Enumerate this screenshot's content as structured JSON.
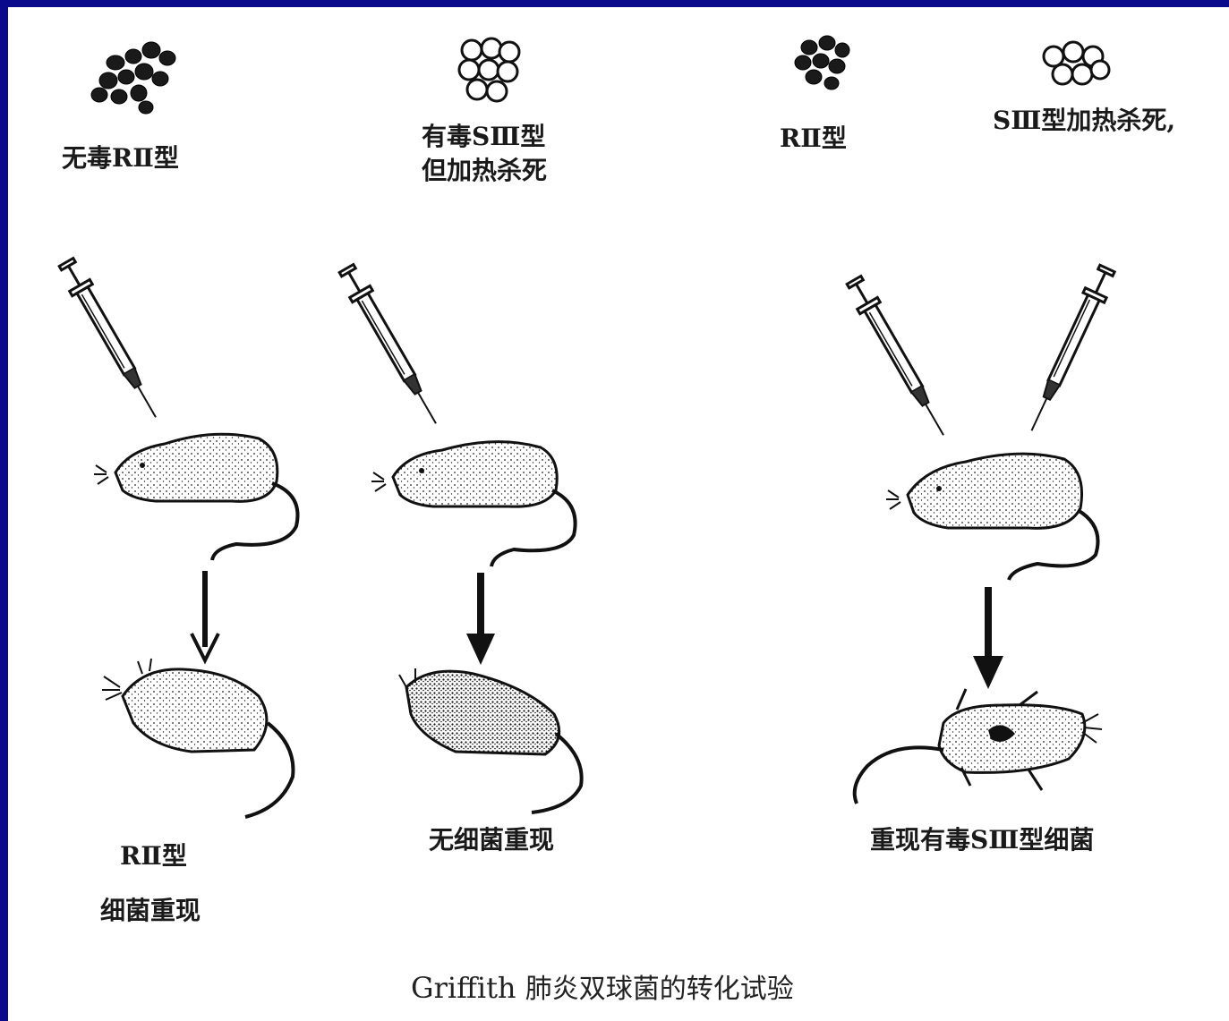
{
  "labels": {
    "exp1_bacteria": "无毒RⅡ型",
    "exp2_bacteria_line1": "有毒SⅢ型",
    "exp2_bacteria_line2": "但加热杀死",
    "exp3_bacteria_a": "RⅡ型",
    "exp3_bacteria_b": "SⅢ型加热杀死,",
    "exp1_result_line1": "RⅡ型",
    "exp1_result_line2": "细菌重现",
    "exp2_result": "无细菌重现",
    "exp3_result": "重现有毒SⅢ型细菌"
  },
  "caption": {
    "latin": "Griffith",
    "chinese": "肺炎双球菌的转化试验"
  },
  "colors": {
    "border": "#0a0a8c",
    "ink": "#1a1a1a",
    "background": "#ffffff"
  }
}
